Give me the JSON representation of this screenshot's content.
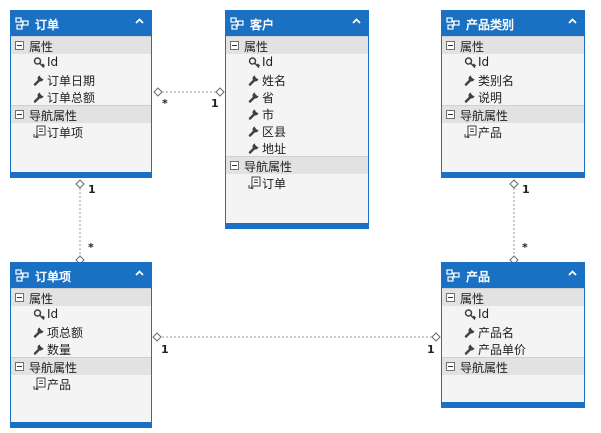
{
  "entities": {
    "order": {
      "title": "订单",
      "properties_label": "属性",
      "properties": [
        "Id",
        "订单日期",
        "订单总额"
      ],
      "nav_label": "导航属性",
      "nav": [
        "订单项"
      ]
    },
    "customer": {
      "title": "客户",
      "properties_label": "属性",
      "properties": [
        "Id",
        "姓名",
        "省",
        "市",
        "区县",
        "地址"
      ],
      "nav_label": "导航属性",
      "nav": [
        "订单"
      ]
    },
    "category": {
      "title": "产品类别",
      "properties_label": "属性",
      "properties": [
        "Id",
        "类别名",
        "说明"
      ],
      "nav_label": "导航属性",
      "nav": [
        "产品"
      ]
    },
    "orderItem": {
      "title": "订单项",
      "properties_label": "属性",
      "properties": [
        "Id",
        "项总额",
        "数量"
      ],
      "nav_label": "导航属性",
      "nav": [
        "产品"
      ]
    },
    "product": {
      "title": "产品",
      "properties_label": "属性",
      "properties": [
        "Id",
        "产品名",
        "产品单价"
      ],
      "nav_label": "导航属性",
      "nav": []
    }
  },
  "associations": {
    "order_customer": {
      "from_mult": "*",
      "to_mult": "1"
    },
    "order_orderitem": {
      "from_mult": "1",
      "to_mult": "*"
    },
    "category_product": {
      "from_mult": "1",
      "to_mult": "*"
    },
    "orderitem_product": {
      "from_mult": "1",
      "to_mult": "1"
    }
  },
  "colors": {
    "header": "#1a70c2",
    "section": "#e2e2e2",
    "body": "#f4f4f4",
    "connector": "#9a9a9a"
  }
}
